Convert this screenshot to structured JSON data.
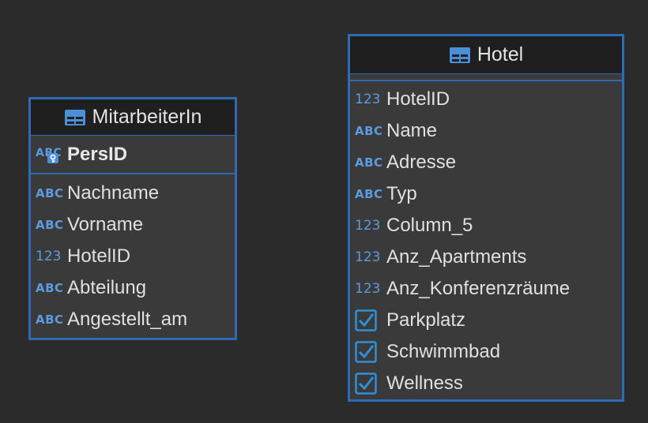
{
  "entities": [
    {
      "title": "MitarbeiterIn",
      "primary_key": {
        "type_icon": "abc-key-icon",
        "name": "PersID"
      },
      "attributes": [
        {
          "type": "ABC",
          "name": "Nachname"
        },
        {
          "type": "ABC",
          "name": "Vorname"
        },
        {
          "type": "123",
          "name": "HotelID"
        },
        {
          "type": "ABC",
          "name": "Abteilung"
        },
        {
          "type": "ABC",
          "name": "Angestellt_am"
        }
      ]
    },
    {
      "title": "Hotel",
      "attributes": [
        {
          "type": "123",
          "name": "HotelID"
        },
        {
          "type": "ABC",
          "name": "Name"
        },
        {
          "type": "ABC",
          "name": "Adresse"
        },
        {
          "type": "ABC",
          "name": "Typ"
        },
        {
          "type": "123",
          "name": "Column_5"
        },
        {
          "type": "123",
          "name": "Anz_Apartments"
        },
        {
          "type": "123",
          "name": "Anz_Konferenzräume"
        },
        {
          "type": "checkbox",
          "name": "Parkplatz"
        },
        {
          "type": "checkbox",
          "name": "Schwimmbad"
        },
        {
          "type": "checkbox",
          "name": "Wellness"
        }
      ]
    }
  ],
  "colors": {
    "background": "#2b2b2b",
    "border": "#2f6bb5",
    "header": "#1f1f1f",
    "body": "#3a3a3a",
    "type_icon": "#5b9be0"
  }
}
